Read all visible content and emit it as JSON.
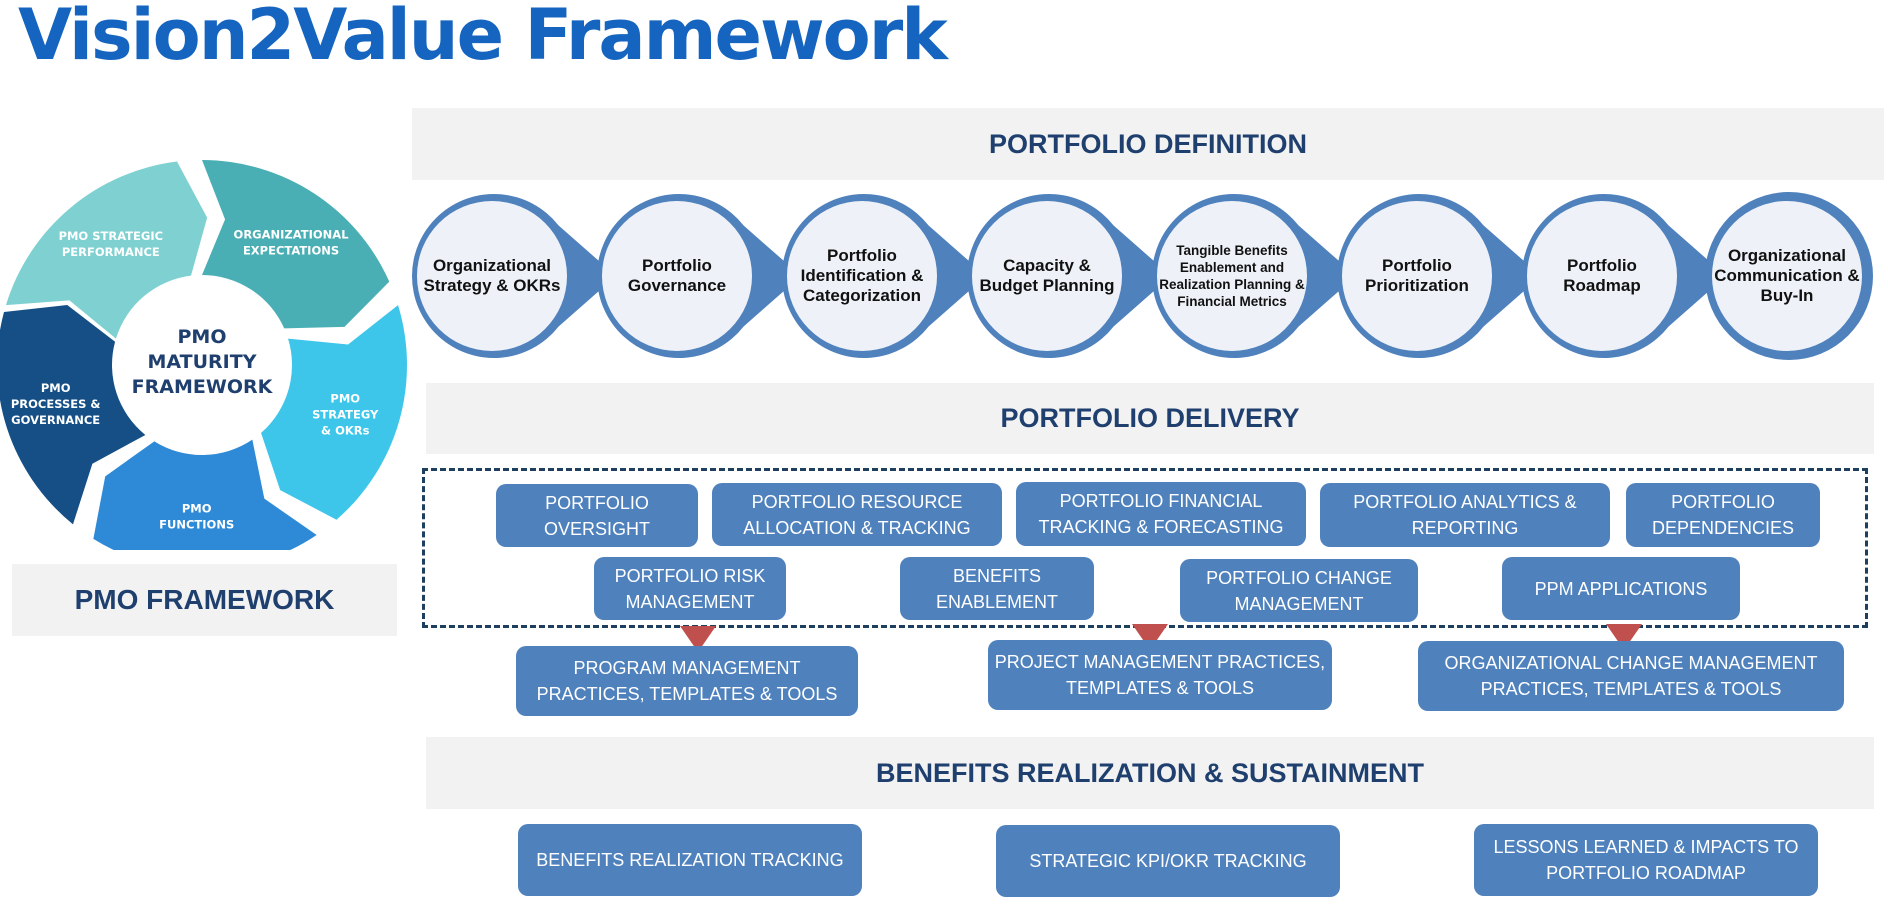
{
  "title": "Vision2Value Framework",
  "colors": {
    "title": "#1565c0",
    "band_text": "#1f3f6e",
    "band_bg": "#f2f2f2",
    "node_fill": "#4f81bd",
    "node_face": "#eef2f8",
    "pill": "#4f81bd",
    "connector": "#c0504d"
  },
  "pmo_cycle": {
    "center": [
      "PMO",
      "MATURITY",
      "FRAMEWORK"
    ],
    "segments": [
      {
        "lines": [
          "PMO STRATEGIC",
          "PERFORMANCE"
        ],
        "color": "#7fd1d1"
      },
      {
        "lines": [
          "ORGANIZATIONAL",
          "EXPECTATIONS"
        ],
        "color": "#4aafb5"
      },
      {
        "lines": [
          "PMO",
          "STRATEGY",
          "& OKRs"
        ],
        "color": "#3ec6ea"
      },
      {
        "lines": [
          "PMO",
          "FUNCTIONS"
        ],
        "color": "#2e8ad6"
      },
      {
        "lines": [
          "PMO",
          "PROCESSES &",
          "GOVERNANCE"
        ],
        "color": "#154f86"
      }
    ],
    "footer": "PMO FRAMEWORK"
  },
  "portfolio_definition": {
    "heading": "PORTFOLIO DEFINITION",
    "steps": [
      "Organizational Strategy & OKRs",
      "Portfolio Governance",
      "Portfolio Identification & Categorization",
      "Capacity & Budget Planning",
      "Tangible Benefits Enablement and Realization Planning & Financial Metrics",
      "Portfolio Prioritization",
      "Portfolio Roadmap",
      "Organizational Communication & Buy-In"
    ]
  },
  "portfolio_delivery": {
    "heading": "PORTFOLIO DELIVERY",
    "row1": [
      "PORTFOLIO OVERSIGHT",
      "PORTFOLIO RESOURCE ALLOCATION & TRACKING",
      "PORTFOLIO FINANCIAL TRACKING & FORECASTING",
      "PORTFOLIO ANALYTICS & REPORTING",
      "PORTFOLIO DEPENDENCIES"
    ],
    "row2": [
      "PORTFOLIO RISK MANAGEMENT",
      "BENEFITS ENABLEMENT",
      "PORTFOLIO CHANGE MANAGEMENT",
      "PPM APPLICATIONS"
    ],
    "practices": [
      "PROGRAM MANAGEMENT PRACTICES, TEMPLATES & TOOLS",
      "PROJECT MANAGEMENT PRACTICES, TEMPLATES & TOOLS",
      "ORGANIZATIONAL CHANGE MANAGEMENT PRACTICES, TEMPLATES & TOOLS"
    ]
  },
  "benefits": {
    "heading": "BENEFITS REALIZATION & SUSTAINMENT",
    "items": [
      "BENEFITS REALIZATION TRACKING",
      "STRATEGIC KPI/OKR TRACKING",
      "LESSONS LEARNED & IMPACTS TO PORTFOLIO ROADMAP"
    ]
  }
}
